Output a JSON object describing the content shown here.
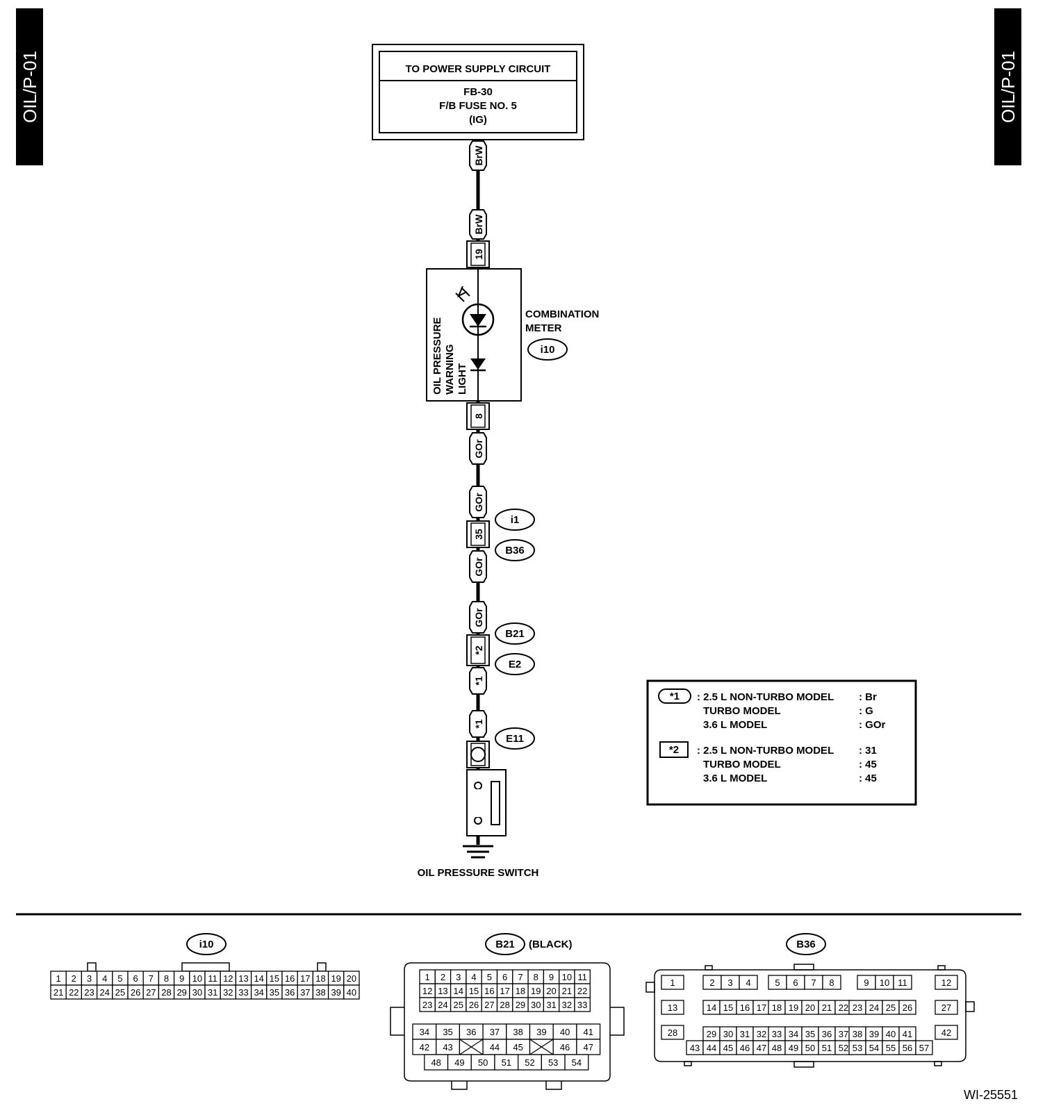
{
  "side_labels": {
    "left": "OIL/P-01",
    "right": "OIL/P-01"
  },
  "power_box": {
    "title": "TO POWER SUPPLY CIRCUIT",
    "line1": "FB-30",
    "line2": "F/B FUSE NO. 5",
    "line3": "(IG)"
  },
  "wires": {
    "brw_top": "BrW",
    "brw_bottom": "BrW",
    "gor_1": "GOr",
    "gor_2": "GOr",
    "gor_3": "GOr",
    "gor_4": "GOr",
    "star1_a": "*1",
    "star1_b": "*1"
  },
  "pins": {
    "p19": "19",
    "p8": "8",
    "p35": "35",
    "p_star2": "*2"
  },
  "combination_meter": {
    "title_line1": "COMBINATION",
    "title_line2": "METER",
    "connector": "i10",
    "lamp_line1": "OIL PRESSURE",
    "lamp_line2": "WARNING",
    "lamp_line3": "LIGHT"
  },
  "connectors": {
    "i1": "i1",
    "b36": "B36",
    "b21": "B21",
    "e2": "E2",
    "e11": "E11"
  },
  "switch_label": "OIL PRESSURE SWITCH",
  "legend": {
    "star1": {
      "symbol": "*1",
      "rows": [
        {
          "model": ": 2.5 L NON-TURBO MODEL",
          "value": ": Br"
        },
        {
          "model": "TURBO MODEL",
          "value": ": G"
        },
        {
          "model": "3.6 L MODEL",
          "value": ": GOr"
        }
      ]
    },
    "star2": {
      "symbol": "*2",
      "rows": [
        {
          "model": ": 2.5 L NON-TURBO MODEL",
          "value": ": 31"
        },
        {
          "model": "TURBO MODEL",
          "value": ": 45"
        },
        {
          "model": "3.6 L MODEL",
          "value": ": 45"
        }
      ]
    }
  },
  "connector_views": {
    "i10": {
      "name": "i10",
      "row1": [
        "1",
        "2",
        "3",
        "4",
        "5",
        "6",
        "7",
        "8",
        "9",
        "10",
        "11",
        "12",
        "13",
        "14",
        "15",
        "16",
        "17",
        "18",
        "19",
        "20"
      ],
      "row2": [
        "21",
        "22",
        "23",
        "24",
        "25",
        "26",
        "27",
        "28",
        "29",
        "30",
        "31",
        "32",
        "33",
        "34",
        "35",
        "36",
        "37",
        "38",
        "39",
        "40"
      ]
    },
    "b21": {
      "name": "B21",
      "color_note": "(BLACK)",
      "upper_rows": [
        [
          "1",
          "2",
          "3",
          "4",
          "5",
          "6",
          "7",
          "8",
          "9",
          "10",
          "11"
        ],
        [
          "12",
          "13",
          "14",
          "15",
          "16",
          "17",
          "18",
          "19",
          "20",
          "21",
          "22"
        ],
        [
          "23",
          "24",
          "25",
          "26",
          "27",
          "28",
          "29",
          "30",
          "31",
          "32",
          "33"
        ]
      ],
      "lower_row1": [
        "34",
        "35",
        "36",
        "37",
        "38",
        "39",
        "40",
        "41"
      ],
      "lower_row2": [
        "42",
        "43",
        "",
        "44",
        "45",
        "",
        "46",
        "47"
      ],
      "lower_row3": [
        "48",
        "49",
        "50",
        "51",
        "52",
        "53",
        "54"
      ]
    },
    "b36": {
      "name": "B36",
      "left_col": [
        "1",
        "13",
        "28"
      ],
      "right_col": [
        "12",
        "27",
        "42"
      ],
      "r1_groups": [
        [
          "2",
          "3",
          "4"
        ],
        [
          "5",
          "6",
          "7",
          "8"
        ],
        [
          "9",
          "10",
          "11"
        ]
      ],
      "r2_groups": [
        [
          "14",
          "15",
          "16",
          "17"
        ],
        [
          "18",
          "19",
          "20",
          "21",
          "22"
        ],
        [
          "23",
          "24",
          "25",
          "26"
        ]
      ],
      "r3_groups": [
        [
          "29",
          "30",
          "31",
          "32"
        ],
        [
          "33",
          "34",
          "35",
          "36",
          "37"
        ],
        [
          "38",
          "39",
          "40",
          "41"
        ]
      ],
      "r4_groups": [
        [
          "43",
          "44",
          "45",
          "46",
          "47"
        ],
        [
          "48",
          "49",
          "50",
          "51",
          "52"
        ],
        [
          "53",
          "54",
          "55",
          "56",
          "57"
        ]
      ]
    }
  },
  "figure_id": "WI-25551"
}
